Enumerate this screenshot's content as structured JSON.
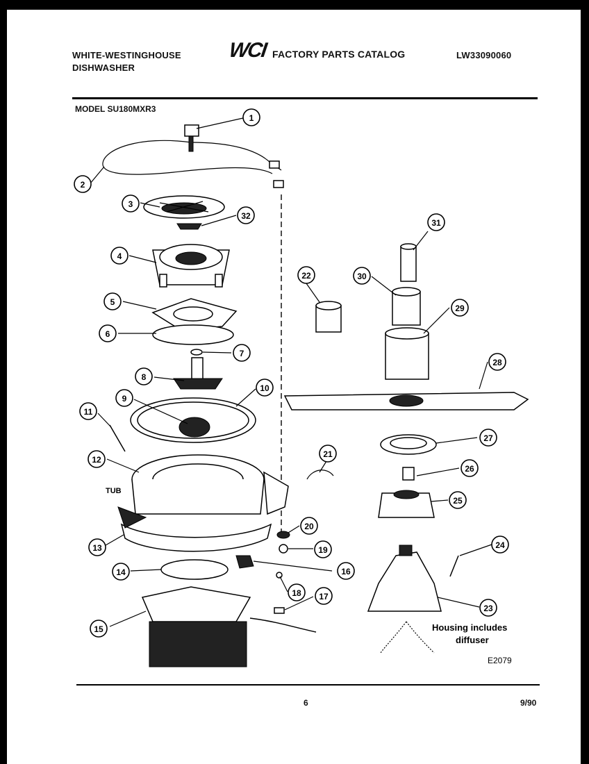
{
  "header": {
    "manufacturer": "WHITE-WESTINGHOUSE",
    "appliance": "DISHWASHER",
    "logo": "WCI",
    "catalog_title": "FACTORY PARTS CATALOG",
    "catalog_number": "LW33090060"
  },
  "model_label": "MODEL SU180MXR3",
  "diagram": {
    "tub_label": "TUB",
    "note_line1": "Housing includes",
    "note_line2": "diffuser",
    "figure_code": "E2079",
    "callouts": [
      "1",
      "2",
      "3",
      "4",
      "5",
      "6",
      "7",
      "8",
      "9",
      "10",
      "11",
      "12",
      "13",
      "14",
      "15",
      "16",
      "17",
      "18",
      "19",
      "20",
      "21",
      "22",
      "23",
      "24",
      "25",
      "26",
      "27",
      "28",
      "29",
      "30",
      "31",
      "32"
    ]
  },
  "footer": {
    "page_number": "6",
    "date": "9/90"
  }
}
